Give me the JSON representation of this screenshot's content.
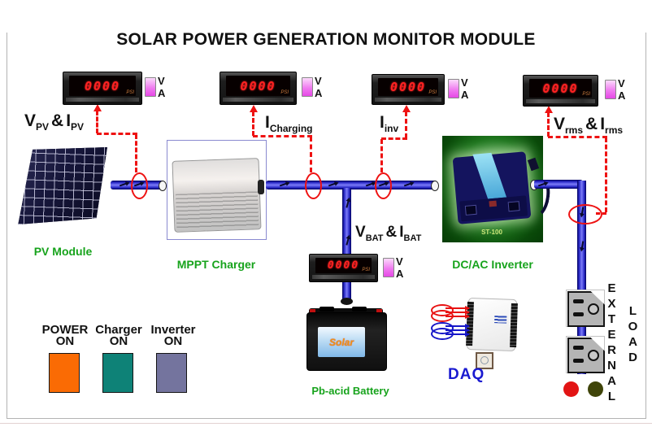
{
  "title": "SOLAR POWER GENERATION MONITOR MODULE",
  "meter": {
    "value": "0000",
    "brand": "PSI",
    "volt": "V",
    "amp": "A"
  },
  "probes": {
    "pv": {
      "t1": "V",
      "s1": "PV",
      "joiner": "&",
      "t2": "I",
      "s2": "PV"
    },
    "charging": {
      "t1": "I",
      "s1": "Charging"
    },
    "inv": {
      "t1": "I",
      "s1": "inv"
    },
    "rms": {
      "t1": "V",
      "s1": "rms",
      "joiner": "&",
      "t2": "I",
      "s2": "rms"
    },
    "bat": {
      "t1": "V",
      "s1": "BAT",
      "joiner": "&",
      "t2": "I",
      "s2": "BAT"
    }
  },
  "components": {
    "pv_module": "PV Module",
    "mppt_charger": "MPPT Charger",
    "inverter": "DC/AC Inverter",
    "inverter_model": "ST-100",
    "battery": "Pb-acid Battery",
    "battery_brand": "Solar",
    "daq": "DAQ"
  },
  "external_load": {
    "word1": "EXTERNAL",
    "word2": "LOAD"
  },
  "legend": {
    "items": [
      {
        "line1": "POWER",
        "line2": "ON",
        "color": "#fa6b04"
      },
      {
        "line1": "Charger",
        "line2": "ON",
        "color": "#0e8277"
      },
      {
        "line1": "Inverter",
        "line2": "ON",
        "color": "#74749e"
      }
    ]
  },
  "indicators": {
    "red": "#e21414",
    "olive": "#3f4409"
  },
  "colors": {
    "pipe": "#2a2ac8",
    "dash_red": "#ee1212",
    "label_green": "#17a31c",
    "daq_blue": "#1a1ad0"
  }
}
